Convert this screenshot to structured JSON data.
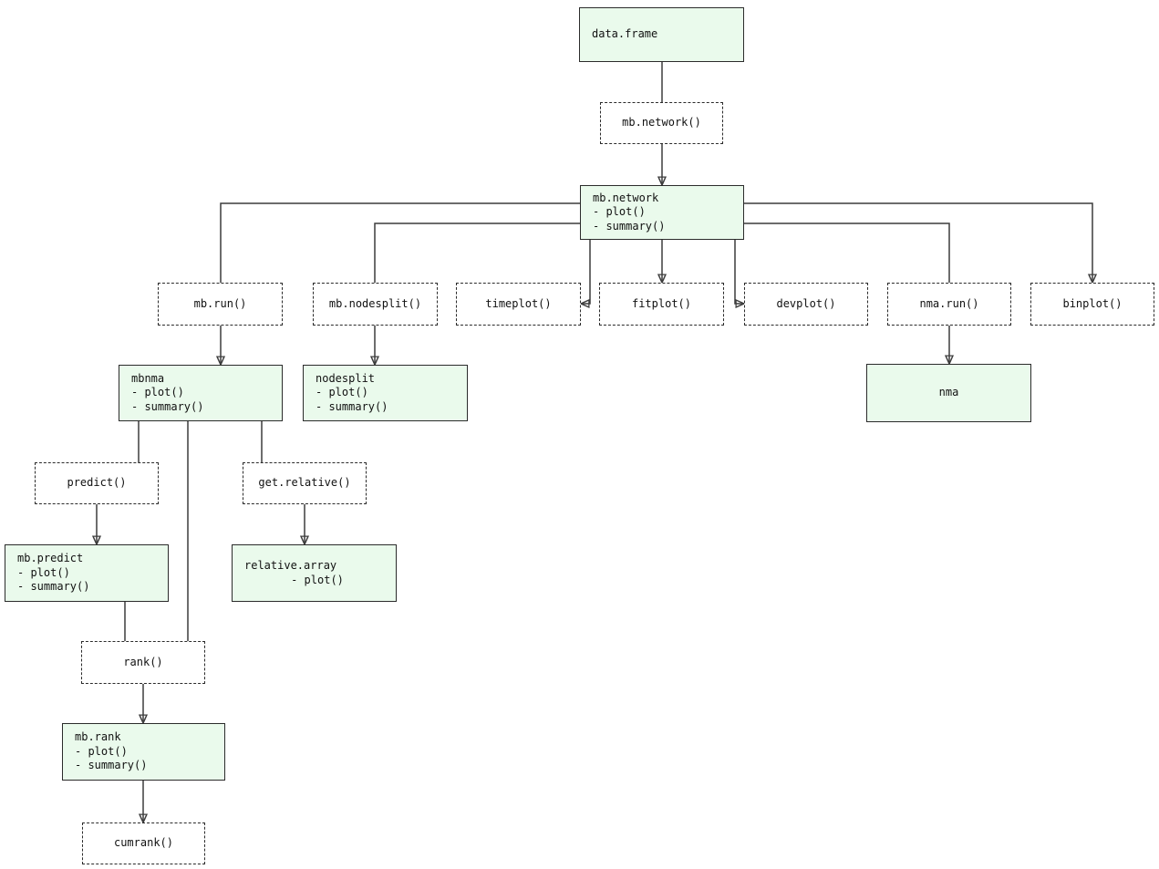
{
  "diagram": {
    "nodes": {
      "data_frame": {
        "lines": [
          "data.frame"
        ]
      },
      "mb_network_fn": {
        "lines": [
          "mb.network()"
        ]
      },
      "mb_network_obj": {
        "lines": [
          "mb.network",
          "- plot()",
          "- summary()"
        ]
      },
      "mb_run_fn": {
        "lines": [
          "mb.run()"
        ]
      },
      "mb_nodesplit_fn": {
        "lines": [
          "mb.nodesplit()"
        ]
      },
      "timeplot_fn": {
        "lines": [
          "timeplot()"
        ]
      },
      "fitplot_fn": {
        "lines": [
          "fitplot()"
        ]
      },
      "devplot_fn": {
        "lines": [
          "devplot()"
        ]
      },
      "nma_run_fn": {
        "lines": [
          "nma.run()"
        ]
      },
      "binplot_fn": {
        "lines": [
          "binplot()"
        ]
      },
      "mbnma_obj": {
        "lines": [
          "mbnma",
          "- plot()",
          "- summary()"
        ]
      },
      "nodesplit_obj": {
        "lines": [
          "nodesplit",
          "- plot()",
          "- summary()"
        ]
      },
      "nma_obj": {
        "lines": [
          "nma"
        ]
      },
      "predict_fn": {
        "lines": [
          "predict()"
        ]
      },
      "get_relative_fn": {
        "lines": [
          "get.relative()"
        ]
      },
      "mb_predict_obj": {
        "lines": [
          "mb.predict",
          "- plot()",
          "- summary()"
        ]
      },
      "relative_array_obj": {
        "lines": [
          "relative.array",
          "- plot()"
        ]
      },
      "rank_fn": {
        "lines": [
          "rank()"
        ]
      },
      "mb_rank_obj": {
        "lines": [
          "mb.rank",
          "- plot()",
          "- summary()"
        ]
      },
      "cumrank_fn": {
        "lines": [
          "cumrank()"
        ]
      }
    },
    "edges": [
      {
        "from": "data.frame",
        "to": "mb.network()",
        "arrow": false
      },
      {
        "from": "mb.network()",
        "to": "mb.network",
        "arrow": true
      },
      {
        "from": "mb.network",
        "to": "mb.run()",
        "arrow": false
      },
      {
        "from": "mb.network",
        "to": "mb.nodesplit()",
        "arrow": false
      },
      {
        "from": "mb.network",
        "to": "timeplot()",
        "arrow": true
      },
      {
        "from": "mb.network",
        "to": "fitplot()",
        "arrow": true
      },
      {
        "from": "mb.network",
        "to": "devplot()",
        "arrow": true
      },
      {
        "from": "mb.network",
        "to": "nma.run()",
        "arrow": false
      },
      {
        "from": "mb.network",
        "to": "binplot()",
        "arrow": true
      },
      {
        "from": "mb.run()",
        "to": "mbnma",
        "arrow": true
      },
      {
        "from": "mb.nodesplit()",
        "to": "nodesplit",
        "arrow": true
      },
      {
        "from": "nma.run()",
        "to": "nma",
        "arrow": true
      },
      {
        "from": "mbnma",
        "to": "predict()",
        "arrow": false
      },
      {
        "from": "mbnma",
        "to": "rank()",
        "arrow": false
      },
      {
        "from": "mbnma",
        "to": "get.relative()",
        "arrow": false
      },
      {
        "from": "predict()",
        "to": "mb.predict",
        "arrow": true
      },
      {
        "from": "get.relative()",
        "to": "relative.array",
        "arrow": true
      },
      {
        "from": "mb.predict",
        "to": "rank()",
        "arrow": false
      },
      {
        "from": "rank()",
        "to": "mb.rank",
        "arrow": true
      },
      {
        "from": "mb.rank",
        "to": "cumrank()",
        "arrow": true
      }
    ]
  },
  "colors": {
    "node-fill": "#eafaec",
    "border": "#2b2b2b",
    "edge": "#3c3c3c",
    "text": "#111111",
    "bg": "#ffffff"
  }
}
